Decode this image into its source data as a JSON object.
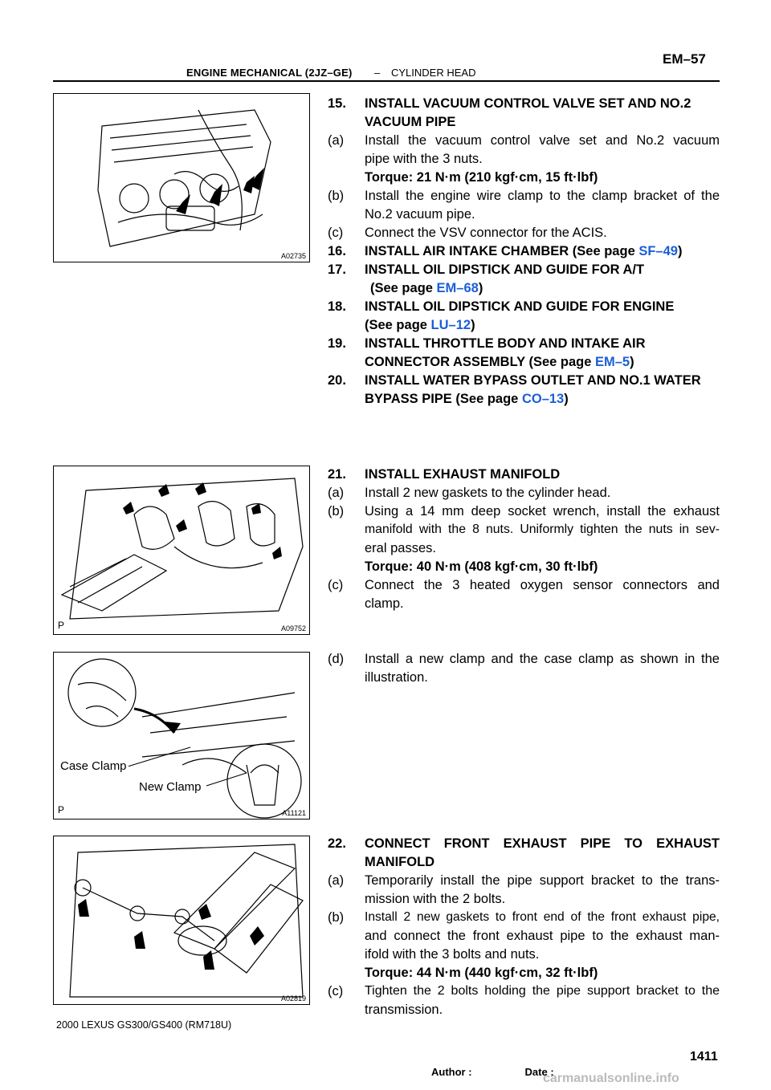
{
  "header": {
    "section": "ENGINE MECHANICAL (2JZ–GE)",
    "separator": "–",
    "subsection": "CYLINDER HEAD",
    "page": "EM–57"
  },
  "figures": [
    {
      "code": "A02735",
      "marker": "",
      "icon": "engine-vacuum-control-valve-illustration"
    },
    {
      "code": "A09752",
      "marker": "P",
      "icon": "exhaust-manifold-illustration"
    },
    {
      "code": "A11121",
      "marker": "P",
      "icon": "clamp-illustration",
      "callouts": [
        "Case Clamp",
        "New Clamp"
      ]
    },
    {
      "code": "A02819",
      "marker": "",
      "icon": "front-exhaust-pipe-illustration"
    }
  ],
  "steps": {
    "s15": {
      "num": "15.",
      "title1": "INSTALL VACUUM CONTROL VALVE SET AND NO.2",
      "title2": "VACUUM PIPE",
      "a": {
        "label": "(a)",
        "l1": "Install the vacuum control valve set and No.2 vacuum",
        "l2": "pipe with the 3 nuts.",
        "torque": "Torque: 21 N·m (210 kgf·cm, 15 ft·lbf)"
      },
      "b": {
        "label": "(b)",
        "l1": "Install the engine wire clamp to the clamp bracket of the",
        "l2": "No.2 vacuum pipe."
      },
      "c": {
        "label": "(c)",
        "l1": "Connect the VSV connector for the ACIS."
      }
    },
    "s16": {
      "num": "16.",
      "pre": "INSTALL AIR INTAKE CHAMBER (See page ",
      "link": "SF–49",
      "post": ")"
    },
    "s17": {
      "num": "17.",
      "title1": "INSTALL OIL DIPSTICK AND GUIDE FOR A/T",
      "pre": "(See page ",
      "link": "EM–68",
      "post": ")"
    },
    "s18": {
      "num": "18.",
      "title1": "INSTALL OIL DIPSTICK AND GUIDE FOR ENGINE",
      "pre": "(See page ",
      "link": "LU–12",
      "post": ")"
    },
    "s19": {
      "num": "19.",
      "title1": "INSTALL THROTTLE BODY AND INTAKE AIR",
      "pre": "CONNECTOR ASSEMBLY (See page ",
      "link": "EM–5",
      "post": ")"
    },
    "s20": {
      "num": "20.",
      "title1": "INSTALL WATER BYPASS OUTLET AND NO.1 WATER",
      "pre": "BYPASS PIPE (See page ",
      "link": "CO–13",
      "post": ")"
    },
    "s21": {
      "num": "21.",
      "title1": "INSTALL EXHAUST MANIFOLD",
      "a": {
        "label": "(a)",
        "l1": "Install 2 new gaskets to the cylinder head."
      },
      "b": {
        "label": "(b)",
        "l1": "Using a 14 mm deep socket wrench,  install the exhaust",
        "l2": "manifold with the 8 nuts. Uniformly tighten the nuts in sev-",
        "l3": "eral passes.",
        "torque": "Torque: 40 N·m (408 kgf·cm, 30 ft·lbf)"
      },
      "c": {
        "label": "(c)",
        "l1": "Connect the 3 heated oxygen sensor connectors and",
        "l2": "clamp."
      },
      "d": {
        "label": "(d)",
        "l1": "Install a new clamp and the case clamp as shown in the",
        "l2": "illustration."
      }
    },
    "s22": {
      "num": "22.",
      "title1": "CONNECT FRONT EXHAUST PIPE TO EXHAUST",
      "title2": "MANIFOLD",
      "a": {
        "label": "(a)",
        "l1": "Temporarily install the pipe support bracket to the trans-",
        "l2": "mission with the 2 bolts."
      },
      "b": {
        "label": "(b)",
        "l1": "Install 2 new gaskets to front end of the front exhaust pipe,",
        "l2": "and connect the front exhaust pipe to the exhaust man-",
        "l3": "ifold with the 3 bolts and nuts.",
        "torque": "Torque: 44 N·m (440 kgf·cm, 32 ft·lbf)"
      },
      "c": {
        "label": "(c)",
        "l1": "Tighten the 2 bolts holding the pipe support bracket to the",
        "l2": "transmission."
      }
    }
  },
  "footer": {
    "model": "2000 LEXUS GS300/GS400   (RM718U)",
    "author": "Author :",
    "date": "Date :",
    "page_number": "1411",
    "watermark": "carmanualsonline.info"
  }
}
